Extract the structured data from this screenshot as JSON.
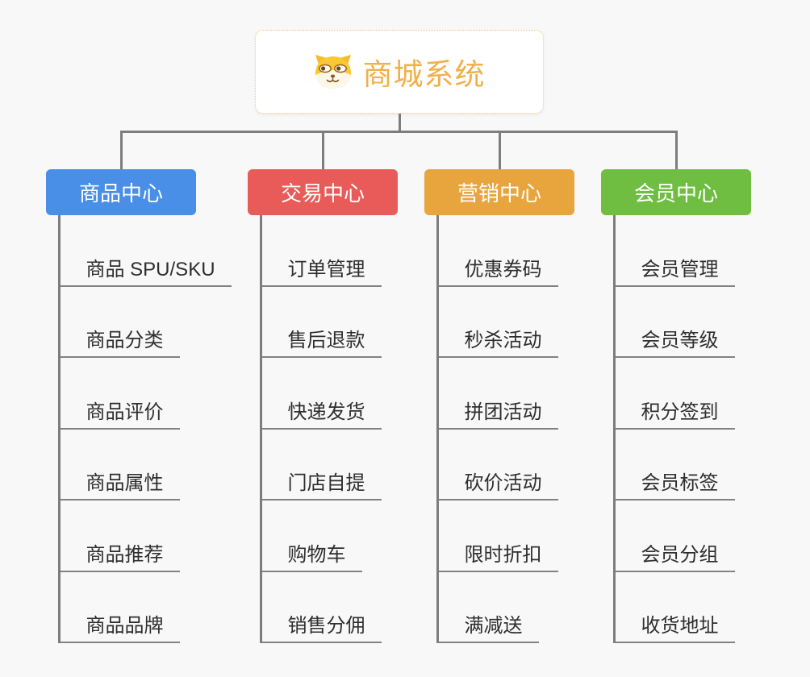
{
  "page": {
    "background_color": "#f8f8f8",
    "connector_color": "#7d7d7d"
  },
  "root": {
    "title": "商城系统",
    "icon": "dog-face-icon",
    "text_color": "#f0b04a",
    "border_color": "#f2c279",
    "background_color": "#ffffff"
  },
  "branches": [
    {
      "label": "商品中心",
      "color": "#4a8fe7",
      "items": [
        "商品 SPU/SKU",
        "商品分类",
        "商品评价",
        "商品属性",
        "商品推荐",
        "商品品牌"
      ]
    },
    {
      "label": "交易中心",
      "color": "#e85b58",
      "items": [
        "订单管理",
        "售后退款",
        "快递发货",
        "门店自提",
        "购物车",
        "销售分佣"
      ]
    },
    {
      "label": "营销中心",
      "color": "#e9a53d",
      "items": [
        "优惠券码",
        "秒杀活动",
        "拼团活动",
        "砍价活动",
        "限时折扣",
        "满减送"
      ]
    },
    {
      "label": "会员中心",
      "color": "#6fbe41",
      "items": [
        "会员管理",
        "会员等级",
        "积分签到",
        "会员标签",
        "会员分组",
        "收货地址"
      ]
    }
  ]
}
